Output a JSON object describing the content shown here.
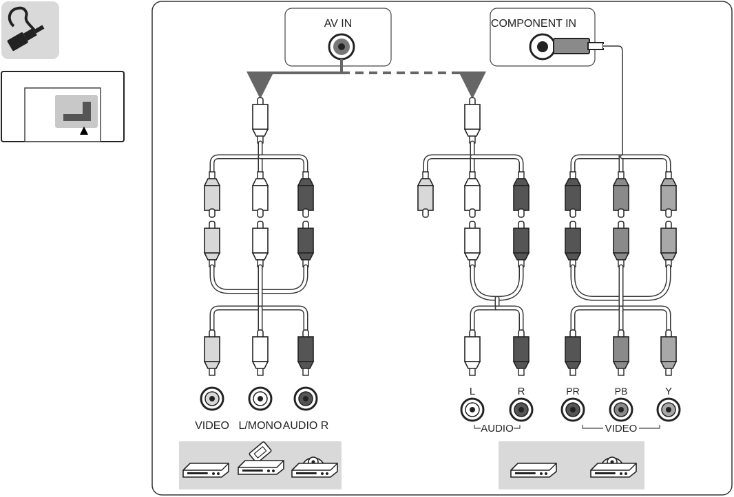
{
  "colors": {
    "panel_border": "#333333",
    "cable": "#666666",
    "plug_white": "#ffffff",
    "plug_light": "#d8d8d8",
    "plug_red": "#555555",
    "plug_green": "#8a8a8a",
    "plug_blue": "#a8a8a8",
    "device_bg": "#d9d9d9"
  },
  "icons": {
    "cable_icon": "cable-plug-icon",
    "port_position_icon": "port-location-indicator-icon",
    "devices_left": [
      "dvd-player-icon",
      "camcorder-icon",
      "disc-player-icon"
    ],
    "devices_right": [
      "dvd-player-icon",
      "disc-player-icon"
    ]
  },
  "ports": {
    "av_in": "AV IN",
    "component_in": "COMPONENT IN"
  },
  "labels": {
    "video": "VIDEO",
    "l_mono": "L/MONO",
    "audio_r": "AUDIO R",
    "l": "L",
    "r": "R",
    "pr": "PR",
    "pb": "PB",
    "y": "Y",
    "audio_group": "AUDIO",
    "video_group": "VIDEO"
  }
}
